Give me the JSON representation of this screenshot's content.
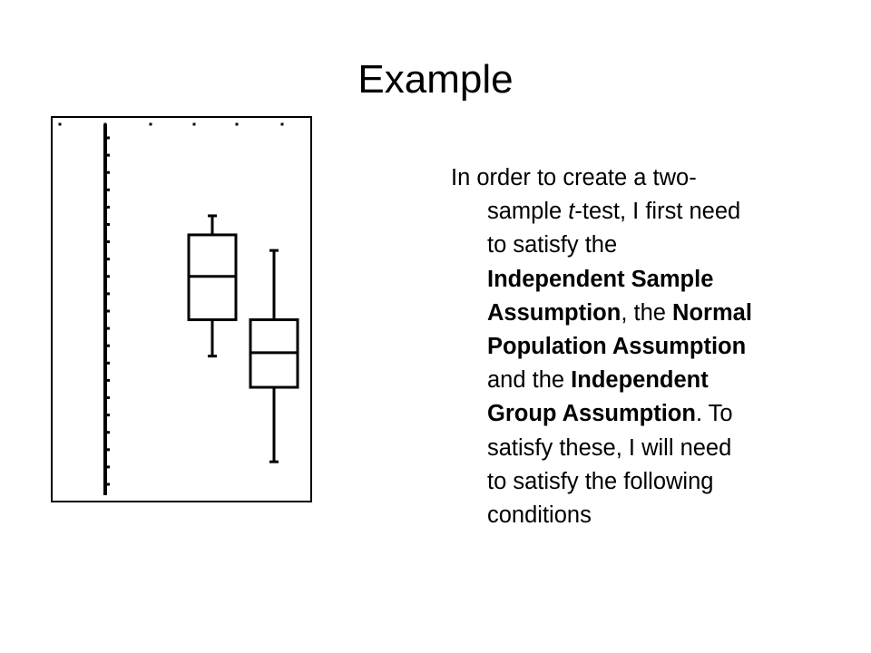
{
  "slide": {
    "title": "Example"
  },
  "paragraph": {
    "segments": {
      "s1": "In order to create a two-",
      "s2a": "sample ",
      "s2b": "t",
      "s2c": "-test, I first need",
      "s3": "to satisfy the",
      "s4": "Independent Sample",
      "s5a": "Assumption",
      "s5b": ", the ",
      "s5c": "Normal",
      "s6": "Population Assumption",
      "s7a": "and the ",
      "s7b": "Independent",
      "s8a": "Group Assumption",
      "s8b": ".  To",
      "s9": "satisfy these, I will need",
      "s10": "to satisfy the following",
      "s11": "conditions"
    }
  },
  "chart_data": {
    "type": "boxplot",
    "title": "",
    "xlabel": "",
    "ylabel": "",
    "ylim": [
      0,
      20
    ],
    "tick_labels": [],
    "axis_ticks": 20,
    "top_dots": 6,
    "grid": false,
    "series": [
      {
        "min": 7.4,
        "q1": 9.5,
        "median": 12.0,
        "q3": 14.4,
        "max": 15.5
      },
      {
        "min": 1.3,
        "q1": 5.6,
        "median": 7.6,
        "q3": 9.5,
        "max": 13.5
      }
    ],
    "colors": {
      "stroke": "#000000",
      "background": "#ffffff",
      "frame": "#000000"
    }
  }
}
